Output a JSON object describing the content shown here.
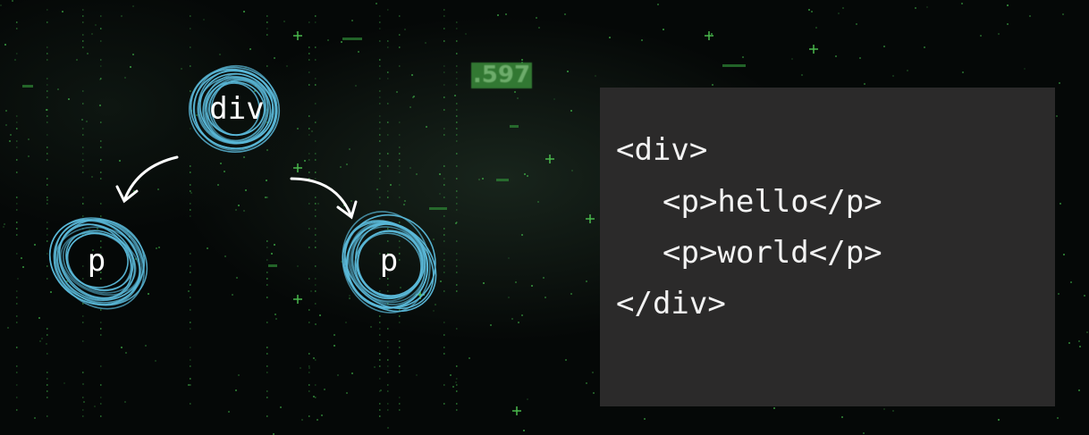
{
  "counter": {
    "value": ".597"
  },
  "tree": {
    "root": {
      "label": "div"
    },
    "children": [
      {
        "label": "p"
      },
      {
        "label": "p"
      }
    ]
  },
  "code": {
    "lines": [
      "<div>",
      "<p>hello</p>",
      "<p>world</p>",
      "</div>"
    ]
  },
  "colors": {
    "node_ring": "#5ab8d8",
    "grid_green": "#3fae47",
    "code_panel_bg": "#2b2a2a"
  }
}
